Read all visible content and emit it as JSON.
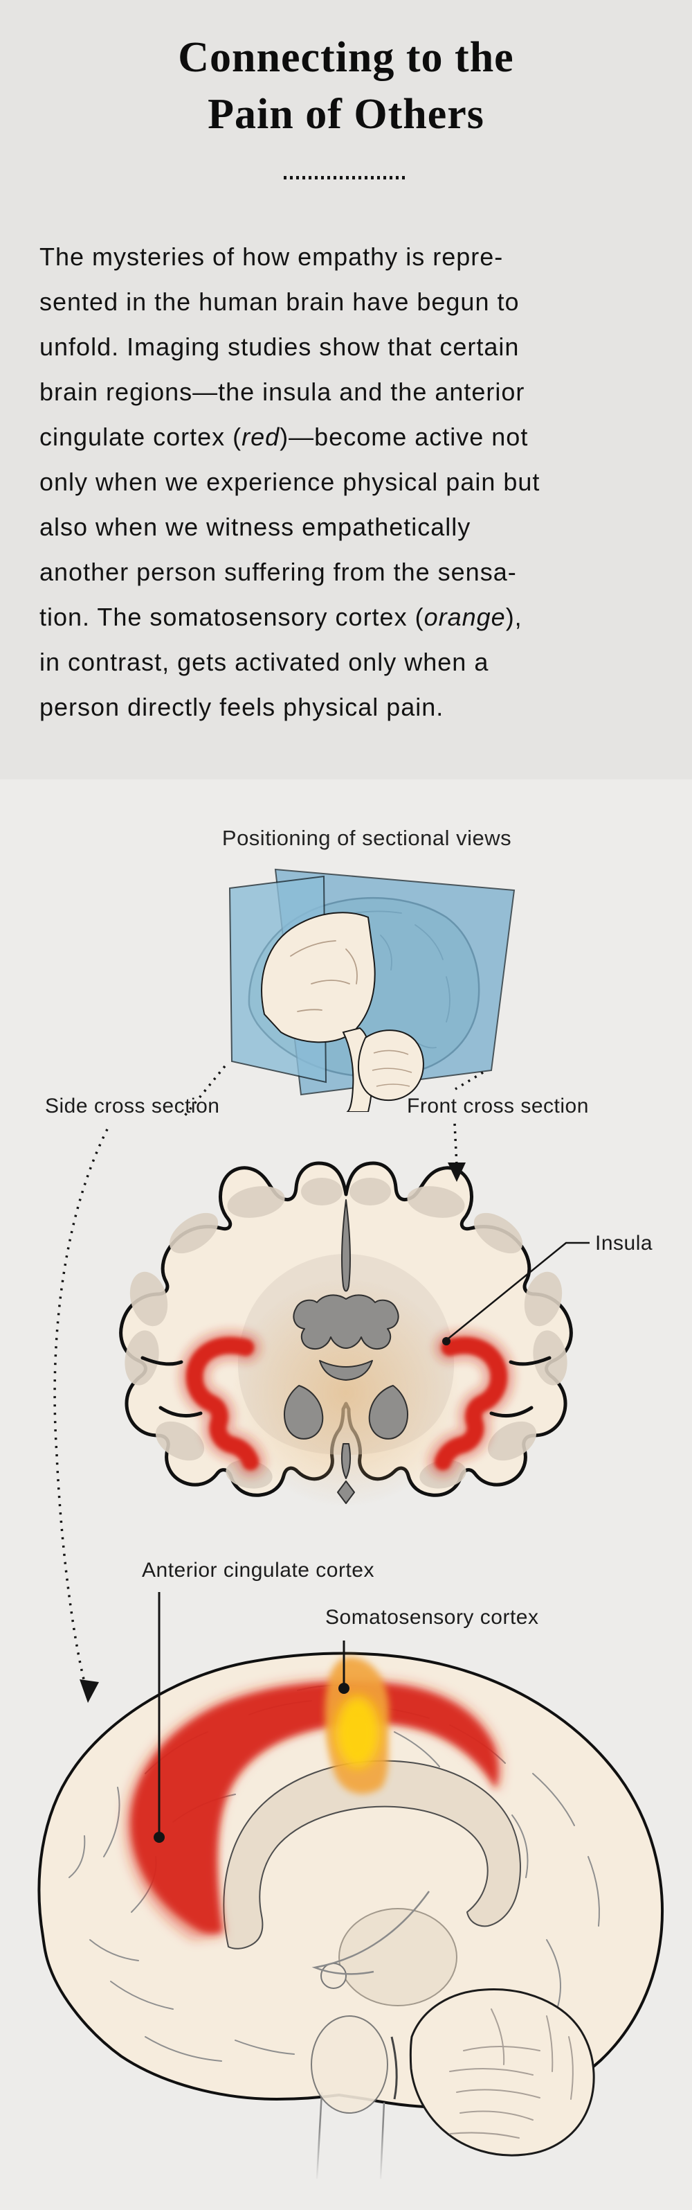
{
  "colors": {
    "header_bg": "#e5e4e2",
    "body_bg": "#edecea",
    "text": "#121212",
    "plane_blue": "#8cbdd7",
    "plane_blue_deep": "#7db1cf",
    "brain_cream": "#f6ecdd",
    "brain_tinted": "#b7cecb",
    "inner_beige": "#dbd0c1",
    "gray_matter": "#8f8e8c",
    "highlight_red": "#d8281f",
    "highlight_orange": "#f2a43a",
    "highlight_yellow": "#ffd40a",
    "outline_dark": "#101010"
  },
  "header": {
    "title_line1": "Connecting to the",
    "title_line2": "Pain of Others",
    "paragraph_lines": [
      {
        "parts": [
          {
            "t": "The mysteries of how empathy is repre-"
          }
        ]
      },
      {
        "parts": [
          {
            "t": "sented in the human brain have begun to"
          }
        ]
      },
      {
        "parts": [
          {
            "t": "unfold. Imaging studies show that certain"
          }
        ]
      },
      {
        "parts": [
          {
            "t": "brain regions—the insula and the anterior"
          }
        ]
      },
      {
        "parts": [
          {
            "t": "cingulate cortex ("
          },
          {
            "t": "red",
            "i": true
          },
          {
            "t": ")—become active not"
          }
        ]
      },
      {
        "parts": [
          {
            "t": "only when we experience physical pain but"
          }
        ]
      },
      {
        "parts": [
          {
            "t": "also when we witness empathetically"
          }
        ]
      },
      {
        "parts": [
          {
            "t": "another person suffering from the sensa-"
          }
        ]
      },
      {
        "parts": [
          {
            "t": "tion. The somatosensory cortex ("
          },
          {
            "t": "orange",
            "i": true
          },
          {
            "t": "),"
          }
        ]
      },
      {
        "parts": [
          {
            "t": "in contrast, gets activated only when a"
          }
        ]
      },
      {
        "parts": [
          {
            "t": "person directly feels physical pain."
          }
        ]
      }
    ]
  },
  "diagram": {
    "positioning_label": "Positioning of sectional views",
    "side_label": "Side cross section",
    "front_label": "Front cross section",
    "insula_label": "Insula",
    "acc_label": "Anterior cingulate cortex",
    "somato_label": "Somatosensory cortex"
  }
}
